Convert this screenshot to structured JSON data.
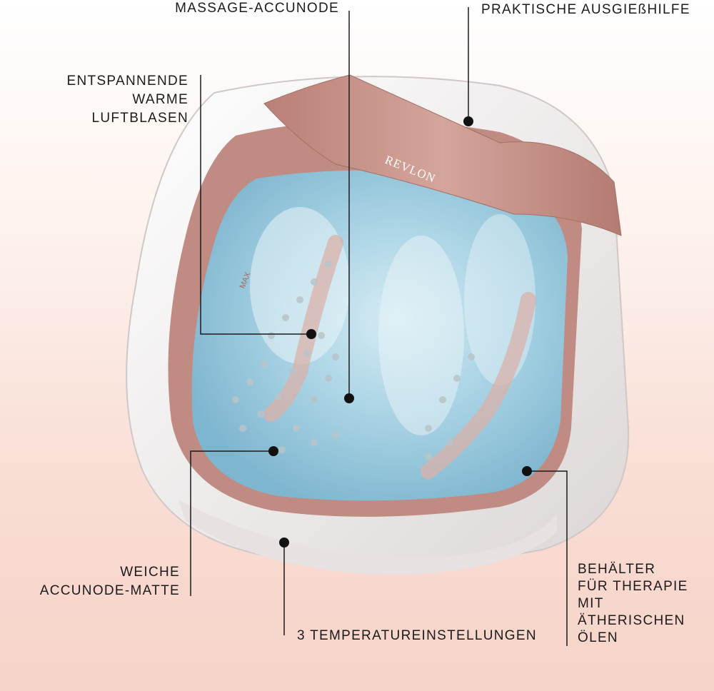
{
  "product": {
    "brand": "REVLON",
    "max_mark": "MAX"
  },
  "callouts": {
    "massage_nodes": "MASSAGE-ACCUNODE",
    "pour_spout": "PRAKTISCHE AUSGIEßHILFE",
    "bubbles": [
      "ENTSPANNENDE",
      "WARME",
      "LUFTBLASEN"
    ],
    "mat": [
      "WEICHE",
      "ACCUNODE-MATTE"
    ],
    "temperature": "3 TEMPERATUREINSTELLUNGEN",
    "oil_container": [
      "BEHÄLTER",
      "FÜR THERAPIE",
      "MIT",
      "ÄTHERISCHEN",
      "ÖLEN"
    ]
  },
  "colors": {
    "rose_gold": "#c8938a",
    "tub_white": "#f3f1f1",
    "water_blue": "#9cc9dc",
    "leader_line": "#1b1b1b"
  }
}
